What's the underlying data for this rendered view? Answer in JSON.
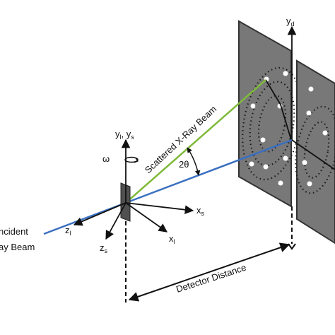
{
  "labels": {
    "incident_line1": "ncident",
    "incident_line2": "ay Beam",
    "scattered_beam": "Scattered X-Ray Beam",
    "two_theta": "2θ",
    "omega": "ω",
    "detector_distance": "Detector Distance",
    "axes": {
      "yl": "y",
      "yl_sub": "l",
      "ys": "y",
      "ys_sub": "s",
      "xs": "x",
      "xs_sub": "s",
      "xl": "x",
      "xl_sub": "l",
      "zs": "z",
      "zs_sub": "s",
      "zl": "z",
      "zl_sub": "l",
      "yd": "y",
      "yd_sub": "d"
    }
  },
  "colors": {
    "incident_beam": "#3a6fc0",
    "scattered_beam": "#7fba3a",
    "detector_panel": "#777777",
    "detector_frame": "#333333",
    "spots": "#ffffff",
    "rings": "#1a1a1a",
    "axes": "#111111"
  }
}
